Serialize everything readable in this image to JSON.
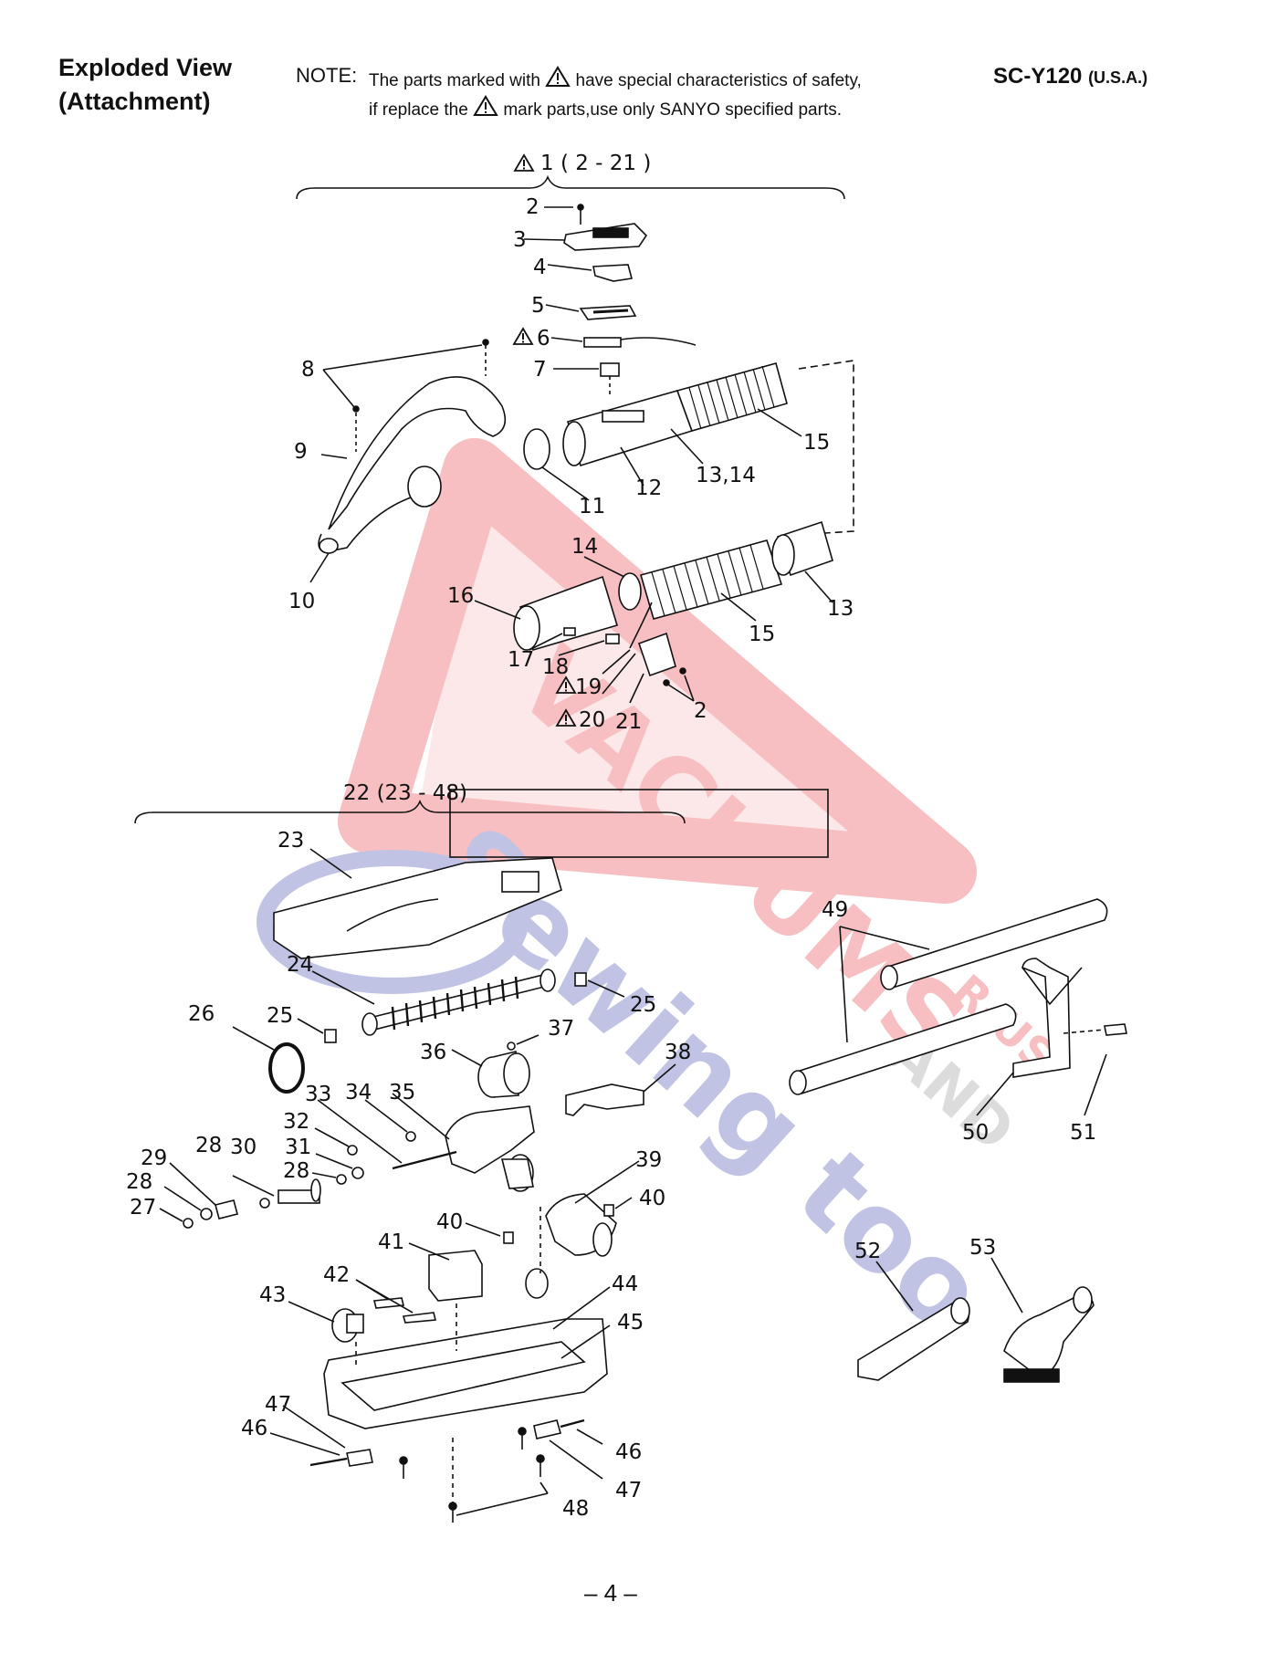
{
  "header": {
    "title_line1": "Exploded View",
    "title_line2": "(Attachment)",
    "note_label": "NOTE:",
    "note_line1_pre": "The parts marked with",
    "note_line1_post": "have special characteristics of safety,",
    "note_line2_pre": "if replace the",
    "note_line2_post": "mark parts,use only SANYO specified parts.",
    "model": "SC-Y120",
    "region": "(U.S.A.)"
  },
  "groups": {
    "hose_group": "1 ( 2 - 21 )",
    "nozzle_group": "22 (23 - 48)"
  },
  "labels": {
    "p2a": "2",
    "p3": "3",
    "p4": "4",
    "p5": "5",
    "p6": "6",
    "p7": "7",
    "p8": "8",
    "p9": "9",
    "p10": "10",
    "p11": "11",
    "p12": "12",
    "p13_14": "13,14",
    "p15a": "15",
    "p14": "14",
    "p16": "16",
    "p13": "13",
    "p15b": "15",
    "p17": "17",
    "p18": "18",
    "p19": "19",
    "p20": "20",
    "p21": "21",
    "p2b": "2",
    "p23": "23",
    "p24": "24",
    "p25a": "25",
    "p25b": "25",
    "p26": "26",
    "p37": "37",
    "p36": "36",
    "p38": "38",
    "p33": "33",
    "p34": "34",
    "p35": "35",
    "p32": "32",
    "p31": "31",
    "p28a": "28",
    "p29": "29",
    "p28b": "28",
    "p30": "30",
    "p28c": "28",
    "p27": "27",
    "p39": "39",
    "p40a": "40",
    "p40b": "40",
    "p41": "41",
    "p42": "42",
    "p43": "43",
    "p44": "44",
    "p45": "45",
    "p47a": "47",
    "p46a": "46",
    "p46b": "46",
    "p47b": "47",
    "p48": "48",
    "p49": "49",
    "p50": "50",
    "p51": "51",
    "p52": "52",
    "p53": "53"
  },
  "watermark": {
    "brand_line1": "VACUUMS",
    "brand_line2": "Sewing too",
    "brand_and": "AND",
    "brand_rus": "R-US"
  },
  "footer": {
    "page": "– 4 –"
  },
  "colors": {
    "watermark_red": "#e8494e",
    "watermark_blue": "#4a55b0",
    "watermark_gray": "#9a9a9a",
    "line": "#111111"
  }
}
